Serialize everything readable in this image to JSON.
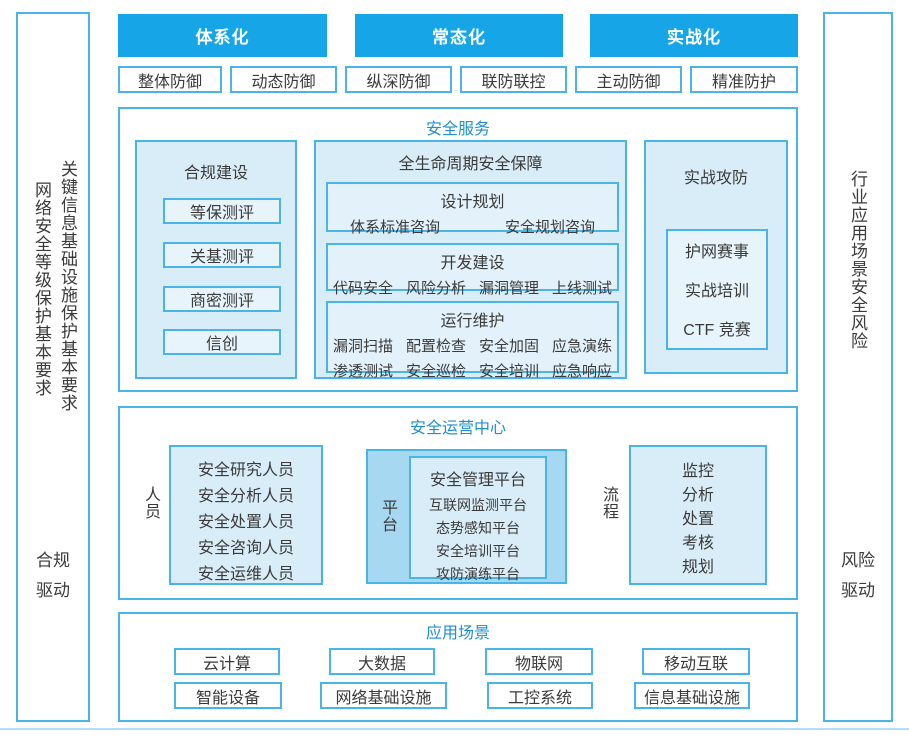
{
  "colors": {
    "primary_blue": "#16a6e8",
    "border_blue": "#49b4e6",
    "panel_bg": "#d9edf8",
    "platform_band_bg": "#a6d8f2",
    "heading_text_blue": "#1e90cf",
    "body_text": "#3a3a3a"
  },
  "left_sidebar": {
    "vertical_text_outer": "关键信息基础设施保护基本要求",
    "vertical_text_inner": "网络安全等级保护基本要求",
    "driver_line1": "合规",
    "driver_line2": "驱动"
  },
  "right_sidebar": {
    "vertical_text": "行业应用场景安全风险",
    "driver_line1": "风险",
    "driver_line2": "驱动"
  },
  "pillars": [
    "体系化",
    "常态化",
    "实战化"
  ],
  "defense_strategies": [
    "整体防御",
    "动态防御",
    "纵深防御",
    "联防联控",
    "主动防御",
    "精准防护"
  ],
  "security_services": {
    "title": "安全服务",
    "compliance": {
      "title": "合规建设",
      "items": [
        "等保测评",
        "关基测评",
        "商密测评",
        "信创"
      ]
    },
    "lifecycle": {
      "title": "全生命周期安全保障",
      "phases": [
        {
          "title": "设计规划",
          "items": [
            "体系标准咨询",
            "安全规划咨询"
          ]
        },
        {
          "title": "开发建设",
          "items": [
            "代码安全",
            "风险分析",
            "漏洞管理",
            "上线测试"
          ]
        },
        {
          "title": "运行维护",
          "items": [
            "漏洞扫描",
            "配置检查",
            "安全加固",
            "应急演练",
            "渗透测试",
            "安全巡检",
            "安全培训",
            "应急响应"
          ]
        }
      ]
    },
    "combat": {
      "title": "实战攻防",
      "items": [
        "护网赛事",
        "实战培训",
        "CTF 竞赛"
      ]
    }
  },
  "operation_center": {
    "title": "安全运营中心",
    "personnel": {
      "label": "人员",
      "items": [
        "安全研究人员",
        "安全分析人员",
        "安全处置人员",
        "安全咨询人员",
        "安全运维人员"
      ]
    },
    "platform": {
      "label": "平台",
      "main_platform": "安全管理平台",
      "items": [
        "互联网监测平台",
        "态势感知平台",
        "安全培训平台",
        "攻防演练平台"
      ]
    },
    "process": {
      "label": "流程",
      "items": [
        "监控",
        "分析",
        "处置",
        "考核",
        "规划"
      ]
    }
  },
  "application_scenarios": {
    "title": "应用场景",
    "row1": [
      "云计算",
      "大数据",
      "物联网",
      "移动互联"
    ],
    "row2": [
      "智能设备",
      "网络基础设施",
      "工控系统",
      "信息基础设施"
    ]
  }
}
